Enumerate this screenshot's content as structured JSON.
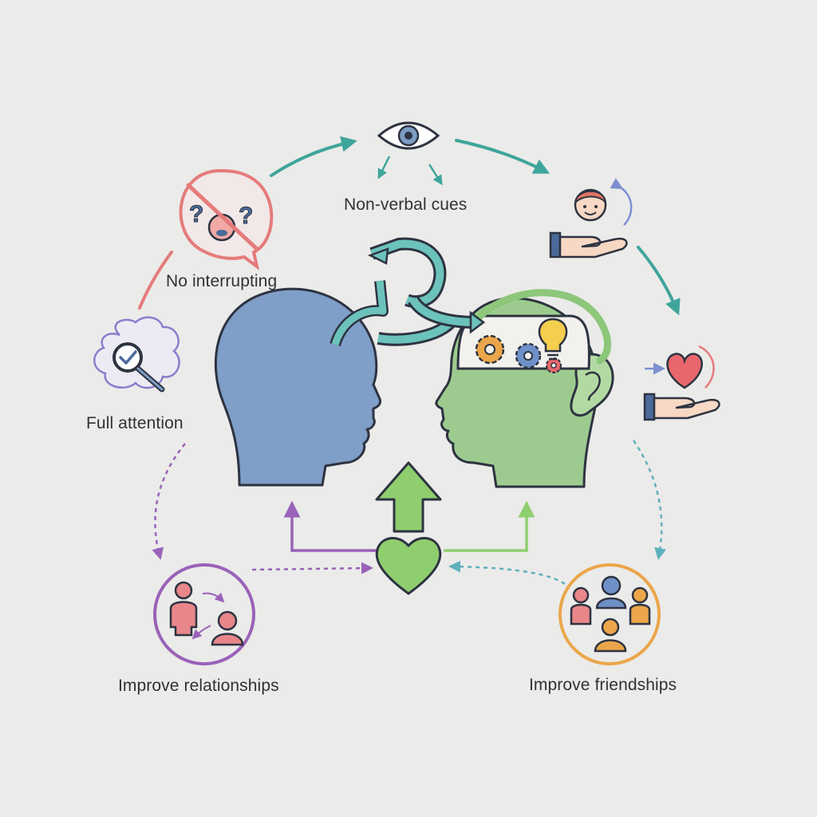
{
  "labels": {
    "non_verbal_cues": "Non-verbal cues",
    "no_interrupting": "No interrupting",
    "full_attention": "Full attention",
    "improve_relationships": "Improve relationships",
    "improve_friendships": "Improve friendships"
  },
  "icons": {
    "eye": "eye-icon",
    "no_interrupting": "no-interrupting-icon",
    "full_attention": "magnifier-check-icon",
    "face_in_hand": "face-in-hand-icon",
    "heart_in_hand": "heart-in-hand-icon",
    "relationships": "two-people-icon",
    "friendships": "group-icon",
    "speaker_head": "blue-head-icon",
    "listener_head": "green-head-icon",
    "brain": "gears-lightbulb-icon",
    "center_heart": "heart-icon",
    "up_arrow": "up-arrow-icon"
  },
  "colors": {
    "background": "#ebebea",
    "teal": "#4aa8a0",
    "blue_head": "#7d9cc4",
    "green_head": "#9ccb8e",
    "red": "#e27a7a",
    "purple": "#9a62b8",
    "orange": "#eba64a",
    "green_heart": "#8fce6e"
  }
}
